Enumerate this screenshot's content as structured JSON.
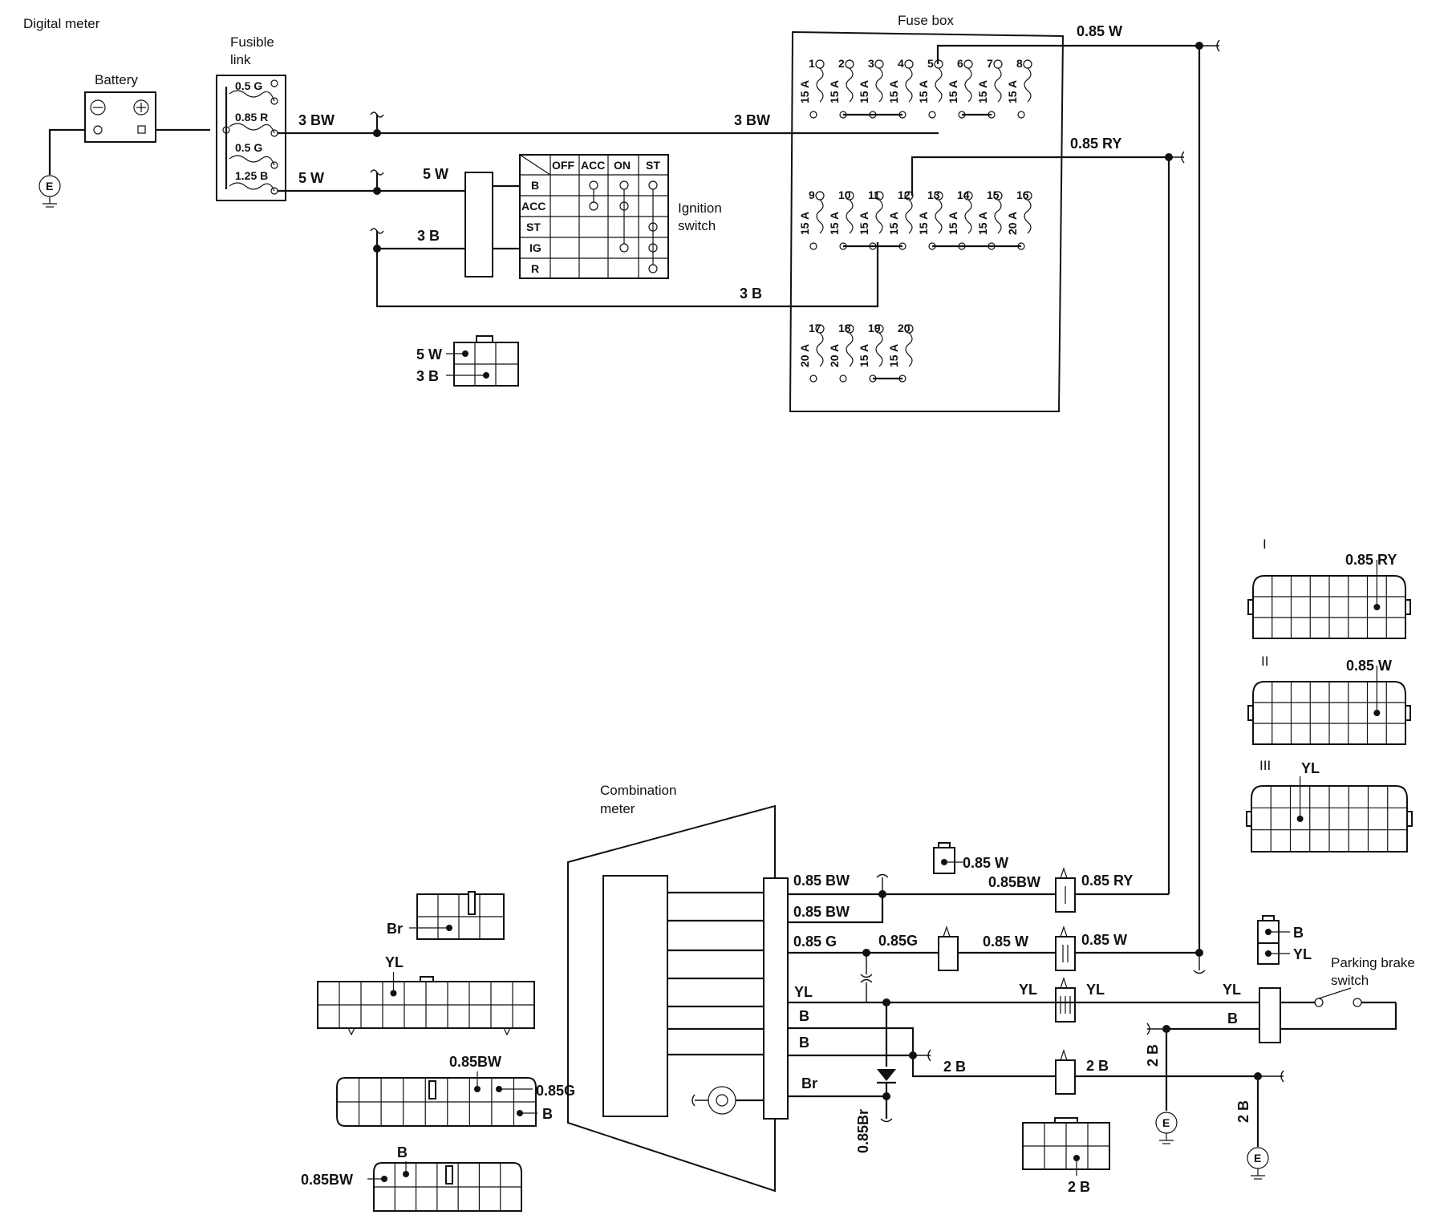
{
  "title": "Digital meter",
  "components": {
    "battery": "Battery",
    "fusible_link": [
      "Fusible",
      "link"
    ],
    "fuse_box": "Fuse box",
    "ignition_switch": [
      "Ignition",
      "switch"
    ],
    "combination_meter": [
      "Combination",
      "meter"
    ],
    "parking_brake_switch": [
      "Parking brake",
      "switch"
    ]
  },
  "fusible_link_values": [
    "0.5 G",
    "0.85 R",
    "0.5 G",
    "1.25 B"
  ],
  "ignition_table": {
    "columns": [
      "OFF",
      "ACC",
      "ON",
      "ST"
    ],
    "rows": [
      "B",
      "ACC",
      "ST",
      "IG",
      "R"
    ]
  },
  "fuses": [
    {
      "n": "1",
      "a": "15 A"
    },
    {
      "n": "2",
      "a": "15 A"
    },
    {
      "n": "3",
      "a": "15 A"
    },
    {
      "n": "4",
      "a": "15 A"
    },
    {
      "n": "5",
      "a": "15 A"
    },
    {
      "n": "6",
      "a": "15 A"
    },
    {
      "n": "7",
      "a": "15 A"
    },
    {
      "n": "8",
      "a": "15 A"
    },
    {
      "n": "9",
      "a": "15 A"
    },
    {
      "n": "10",
      "a": "15 A"
    },
    {
      "n": "11",
      "a": "15 A"
    },
    {
      "n": "12",
      "a": "15 A"
    },
    {
      "n": "13",
      "a": "15 A"
    },
    {
      "n": "14",
      "a": "15 A"
    },
    {
      "n": "15",
      "a": "15 A"
    },
    {
      "n": "16",
      "a": "20 A"
    },
    {
      "n": "17",
      "a": "20 A"
    },
    {
      "n": "18",
      "a": "20 A"
    },
    {
      "n": "19",
      "a": "15 A"
    },
    {
      "n": "20",
      "a": "15 A"
    }
  ],
  "wire_labels": {
    "bw3": "3 BW",
    "w5": "5 W",
    "b3": "3 B",
    "w085": "0.85 W",
    "ry085": "0.85 RY",
    "bw085": "0.85 BW",
    "g085": "0.85 G",
    "g085b": "0.85G",
    "yl": "YL",
    "b": "B",
    "br": "Br",
    "b2": "2 B",
    "br085": "0.85Br",
    "w085n": "0.85 W",
    "bw085n": "0.85BW",
    "ry085n": "0.85 RY",
    "ry085c": "0.85 RY"
  },
  "connector_roman": [
    "I",
    "II",
    "III"
  ],
  "ground_symbol": "E"
}
